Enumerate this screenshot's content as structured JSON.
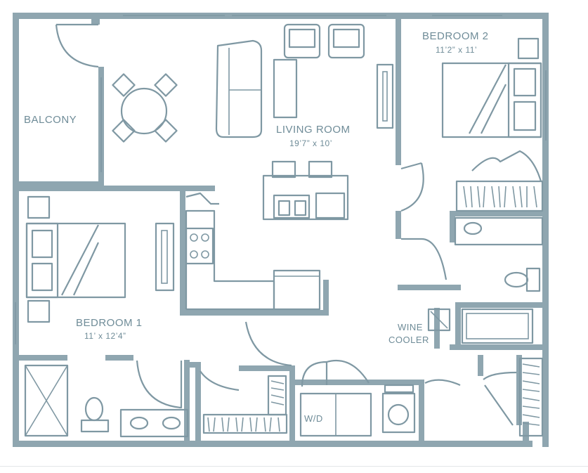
{
  "floorplan": {
    "colors": {
      "wall": "#8fa6b0",
      "fixture": "#7f98a3",
      "text": "#6f8c98",
      "background": "#ffffff"
    },
    "rooms": {
      "balcony": {
        "name": "BALCONY"
      },
      "living_room": {
        "name": "LIVING ROOM",
        "dimensions": "19’7” x 10’"
      },
      "bedroom_1": {
        "name": "BEDROOM 1",
        "dimensions": "11’ x 12’4”"
      },
      "bedroom_2": {
        "name": "BEDROOM 2",
        "dimensions": "11’2” x 11’"
      }
    },
    "fixtures": {
      "wine_cooler": {
        "line1": "WINE",
        "line2": "COOLER"
      },
      "washer_dryer": {
        "label": "W/D"
      }
    }
  }
}
